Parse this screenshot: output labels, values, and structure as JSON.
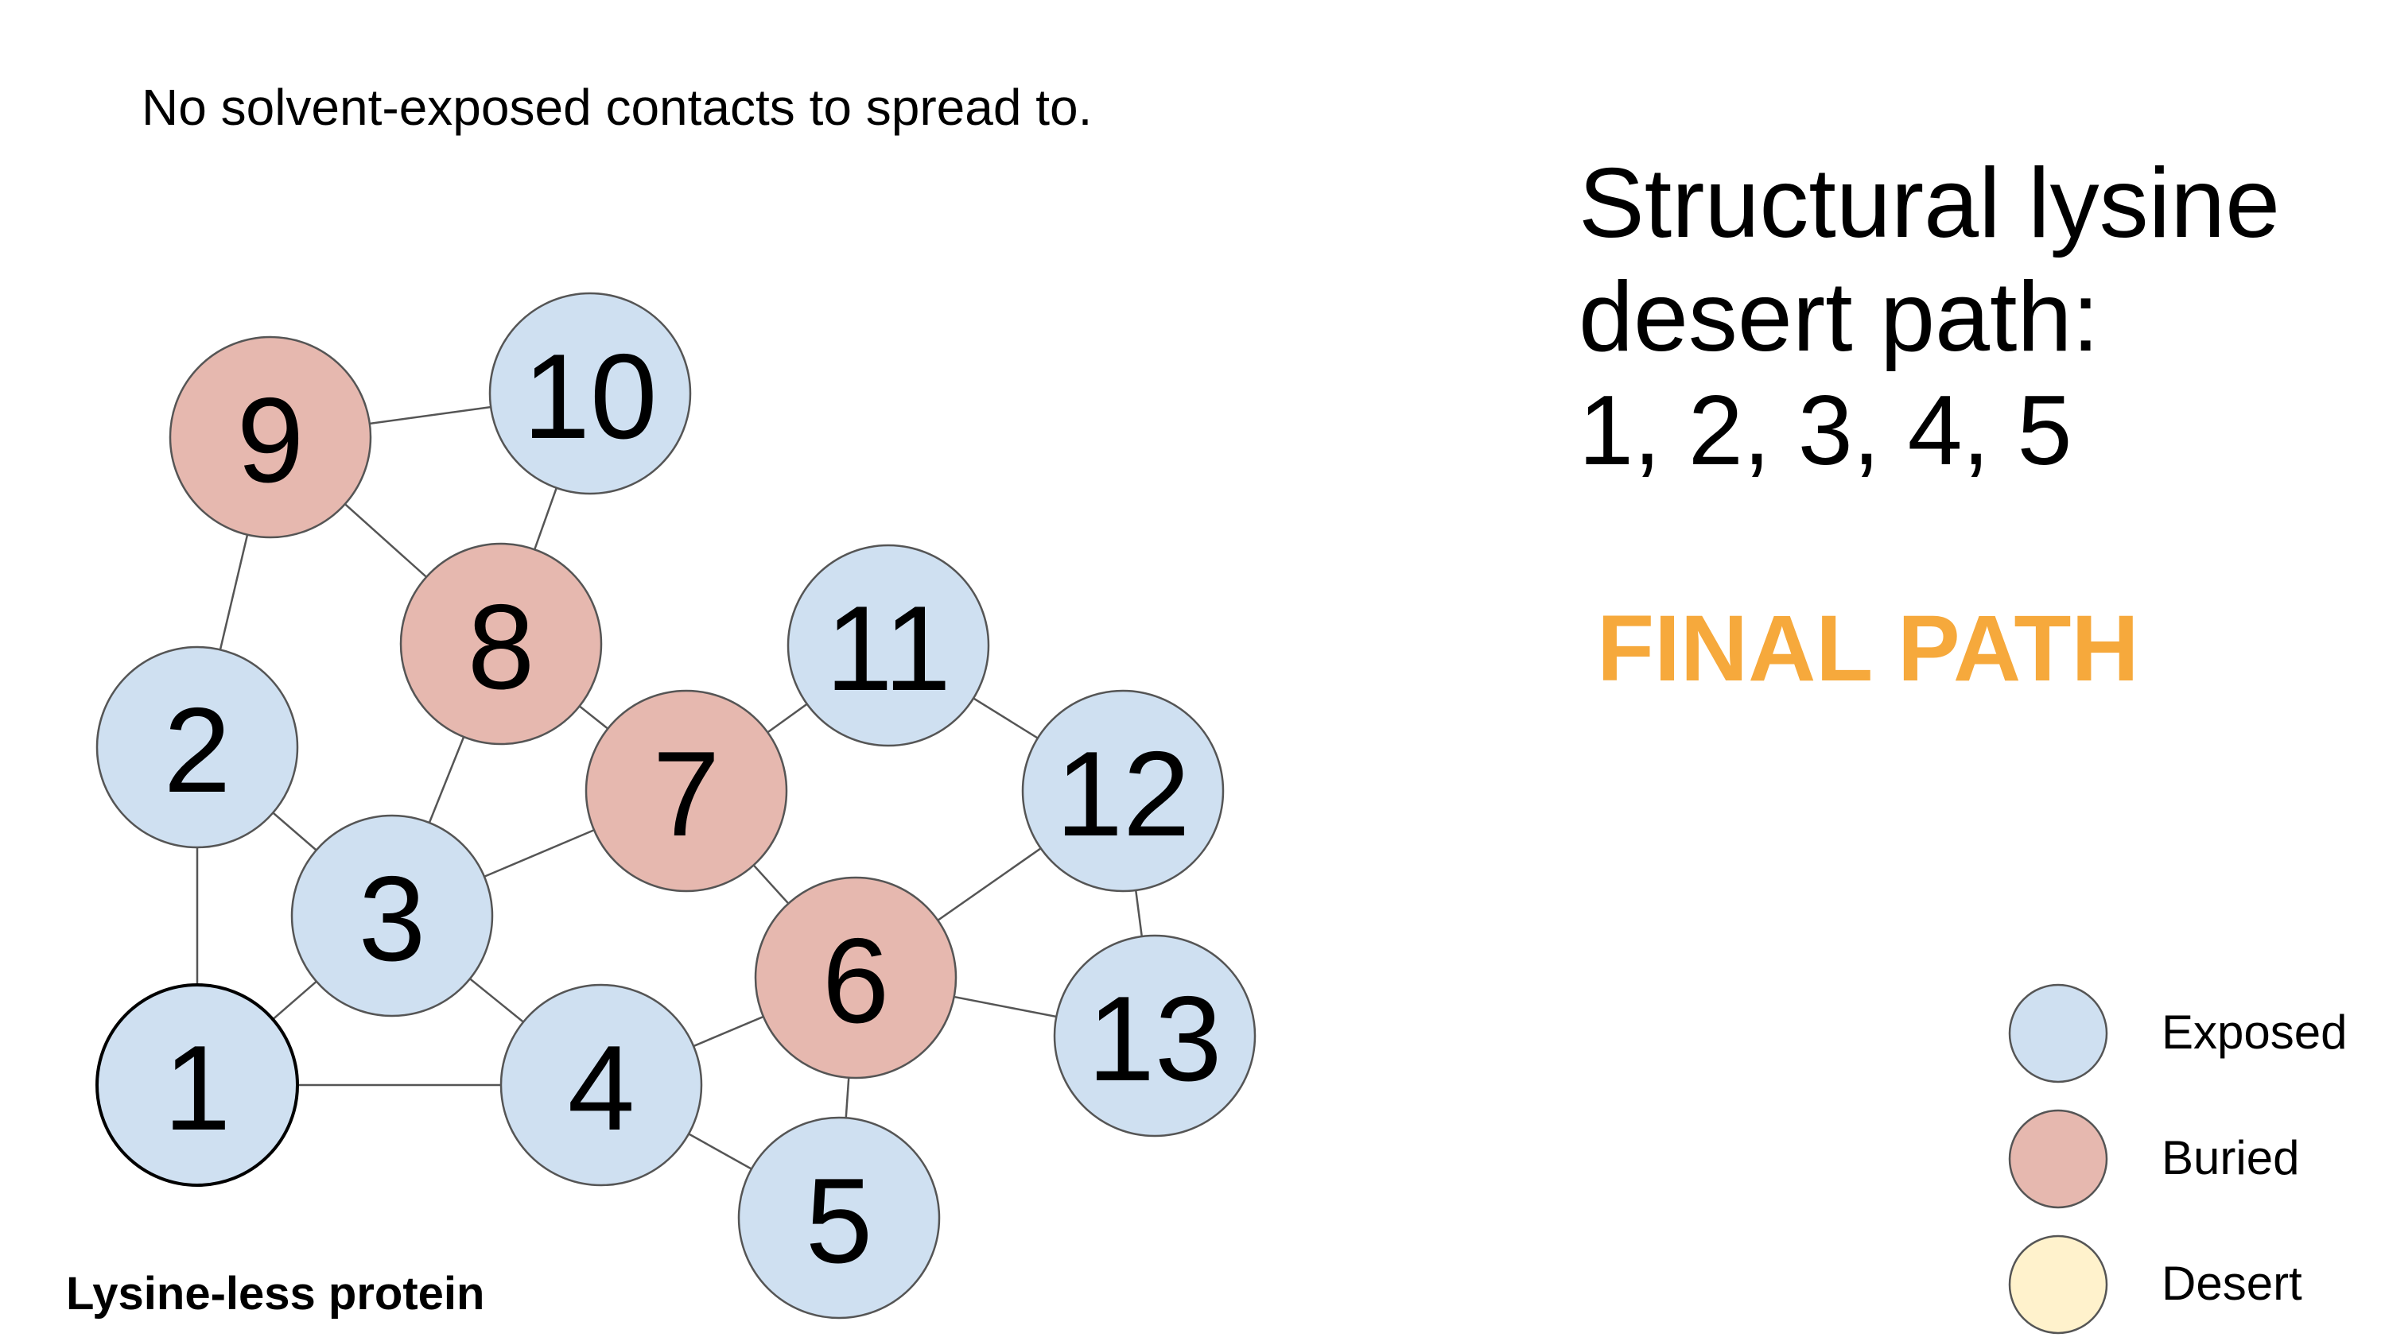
{
  "caption": "No solvent-exposed contacts to spread to.",
  "heading": {
    "line1": "Structural lysine",
    "line2": "desert path:",
    "line3": "1, 2, 3, 4, 5"
  },
  "final_label": "FINAL PATH",
  "protein_label": "Lysine-less protein",
  "colors": {
    "exposed": "#cfe0f1",
    "buried": "#e6b8af",
    "desert": "#fff2cc",
    "final": "#f6a93c"
  },
  "legend": [
    {
      "label": "Exposed",
      "state": "exposed"
    },
    {
      "label": "Buried",
      "state": "buried"
    },
    {
      "label": "Desert",
      "state": "desert"
    }
  ],
  "nodes": [
    {
      "id": "1",
      "state": "exposed",
      "highlighted": true
    },
    {
      "id": "2",
      "state": "exposed"
    },
    {
      "id": "3",
      "state": "exposed"
    },
    {
      "id": "4",
      "state": "exposed"
    },
    {
      "id": "5",
      "state": "exposed"
    },
    {
      "id": "6",
      "state": "buried"
    },
    {
      "id": "7",
      "state": "buried"
    },
    {
      "id": "8",
      "state": "buried"
    },
    {
      "id": "9",
      "state": "buried"
    },
    {
      "id": "10",
      "state": "exposed"
    },
    {
      "id": "11",
      "state": "exposed"
    },
    {
      "id": "12",
      "state": "exposed"
    },
    {
      "id": "13",
      "state": "exposed"
    }
  ],
  "edges": [
    [
      "1",
      "2"
    ],
    [
      "1",
      "3"
    ],
    [
      "1",
      "4"
    ],
    [
      "2",
      "3"
    ],
    [
      "2",
      "9"
    ],
    [
      "3",
      "4"
    ],
    [
      "3",
      "7"
    ],
    [
      "3",
      "8"
    ],
    [
      "4",
      "5"
    ],
    [
      "4",
      "6"
    ],
    [
      "5",
      "6"
    ],
    [
      "6",
      "7"
    ],
    [
      "6",
      "12"
    ],
    [
      "6",
      "13"
    ],
    [
      "7",
      "8"
    ],
    [
      "7",
      "11"
    ],
    [
      "8",
      "9"
    ],
    [
      "8",
      "10"
    ],
    [
      "9",
      "10"
    ],
    [
      "11",
      "12"
    ],
    [
      "12",
      "13"
    ]
  ]
}
